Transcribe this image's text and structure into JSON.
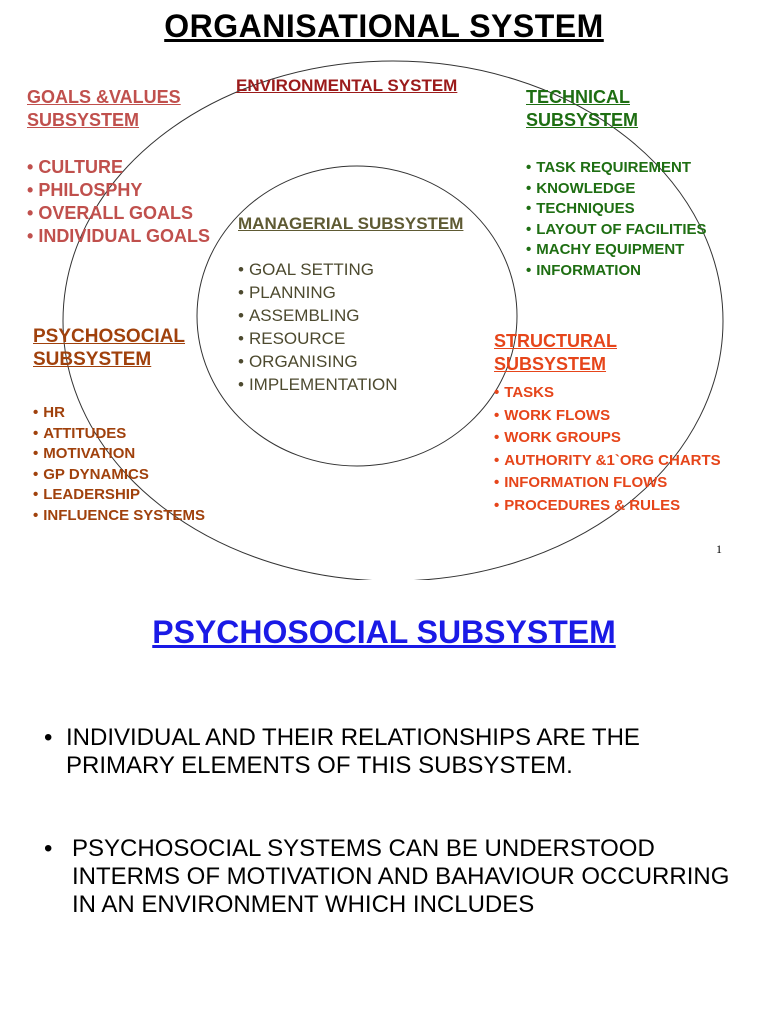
{
  "slide1": {
    "title": "ORGANISATIONAL SYSTEM",
    "environmental": "ENVIRONMENTAL SYSTEM",
    "goals": {
      "heading_line1": "GOALS &VALUES",
      "heading_line2": "SUBSYSTEM",
      "items": [
        "CULTURE",
        "PHILOSPHY",
        "OVERALL GOALS",
        "INDIVIDUAL GOALS"
      ]
    },
    "technical": {
      "heading_line1": "TECHNICAL",
      "heading_line2": "SUBSYSTEM",
      "items": [
        "TASK REQUIREMENT",
        "KNOWLEDGE",
        "TECHNIQUES",
        "LAYOUT OF FACILITIES",
        "MACHY EQUIPMENT",
        "INFORMATION"
      ]
    },
    "managerial": {
      "heading": "MANAGERIAL SUBSYSTEM",
      "items": [
        "GOAL SETTING",
        "PLANNING",
        "ASSEMBLING",
        "RESOURCE",
        "ORGANISING",
        "IMPLEMENTATION"
      ]
    },
    "psychosocial": {
      "heading_line1": "PSYCHOSOCIAL",
      "heading_line2": "SUBSYSTEM",
      "items": [
        "HR",
        "ATTITUDES",
        "MOTIVATION",
        "GP DYNAMICS",
        "LEADERSHIP",
        "INFLUENCE SYSTEMS"
      ]
    },
    "structural": {
      "heading_line1": "STRUCTURAL",
      "heading_line2": "SUBSYSTEM",
      "items": [
        "TASKS",
        "WORK FLOWS",
        "WORK GROUPS",
        "AUTHORITY &1`ORG CHARTS",
        "INFORMATION FLOWS",
        "PROCEDURES & RULES"
      ]
    },
    "page_number": "1"
  },
  "slide2": {
    "title": "PSYCHOSOCIAL SUBSYSTEM",
    "bullets": [
      "INDIVIDUAL AND THEIR RELATIONSHIPS ARE THE PRIMARY ELEMENTS OF THIS SUBSYSTEM.",
      "PSYCHOSOCIAL SYSTEMS CAN BE UNDERSTOOD INTERMS OF  MOTIVATION AND BAHAVIOUR OCCURRING IN AN  ENVIRONMENT WHICH INCLUDES"
    ]
  }
}
